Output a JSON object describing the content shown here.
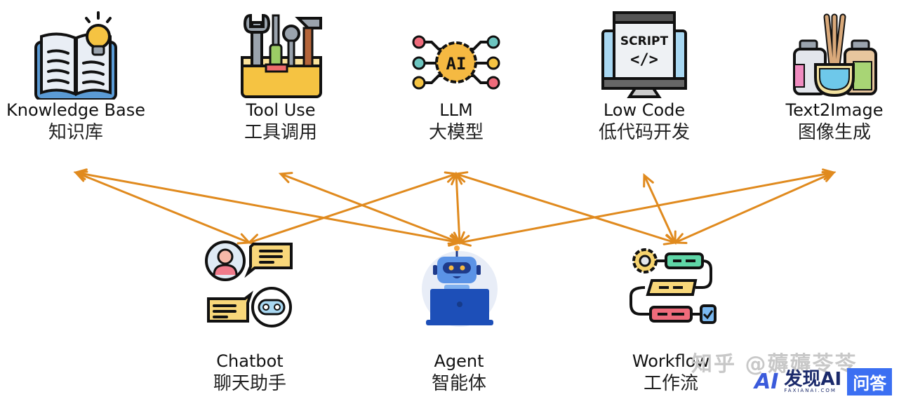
{
  "colors": {
    "arrow": "#E08A1E",
    "text": "#111111",
    "watermark": "#C8C8C8",
    "brand_blue": "#3B6FF2"
  },
  "top_nodes": [
    {
      "id": "knowledge-base",
      "en": "Knowledge Base",
      "zh": "知识库",
      "icon": "open-book-lightbulb-icon"
    },
    {
      "id": "tool-use",
      "en": "Tool Use",
      "zh": "工具调用",
      "icon": "toolbox-icon"
    },
    {
      "id": "llm",
      "en": "LLM",
      "zh": "大模型",
      "icon": "ai-chip-icon",
      "icon_text": "AI"
    },
    {
      "id": "low-code",
      "en": "Low Code",
      "zh": "低代码开发",
      "icon": "script-monitor-icon",
      "icon_text": "SCRIPT",
      "icon_code": "</>"
    },
    {
      "id": "text2image",
      "en": "Text2Image",
      "zh": "图像生成",
      "icon": "paint-jars-icon"
    }
  ],
  "bottom_nodes": [
    {
      "id": "chatbot",
      "en": "Chatbot",
      "zh": "聊天助手",
      "icon": "chat-bubbles-icon"
    },
    {
      "id": "agent",
      "en": "Agent",
      "zh": "智能体",
      "icon": "robot-laptop-icon"
    },
    {
      "id": "workflow",
      "en": "Workflow",
      "zh": "工作流",
      "icon": "workflow-steps-icon"
    }
  ],
  "connections": [
    [
      "knowledge-base",
      "chatbot"
    ],
    [
      "knowledge-base",
      "agent"
    ],
    [
      "tool-use",
      "agent"
    ],
    [
      "llm",
      "chatbot"
    ],
    [
      "llm",
      "agent"
    ],
    [
      "llm",
      "workflow"
    ],
    [
      "low-code",
      "workflow"
    ],
    [
      "text2image",
      "agent"
    ],
    [
      "text2image",
      "workflow"
    ]
  ],
  "watermark": {
    "text": "知乎 @薅薅苓苓"
  },
  "brand": {
    "logo": "AI",
    "name": "发现AI",
    "domain": "FAXIANAI.COM",
    "badge": "问答"
  }
}
